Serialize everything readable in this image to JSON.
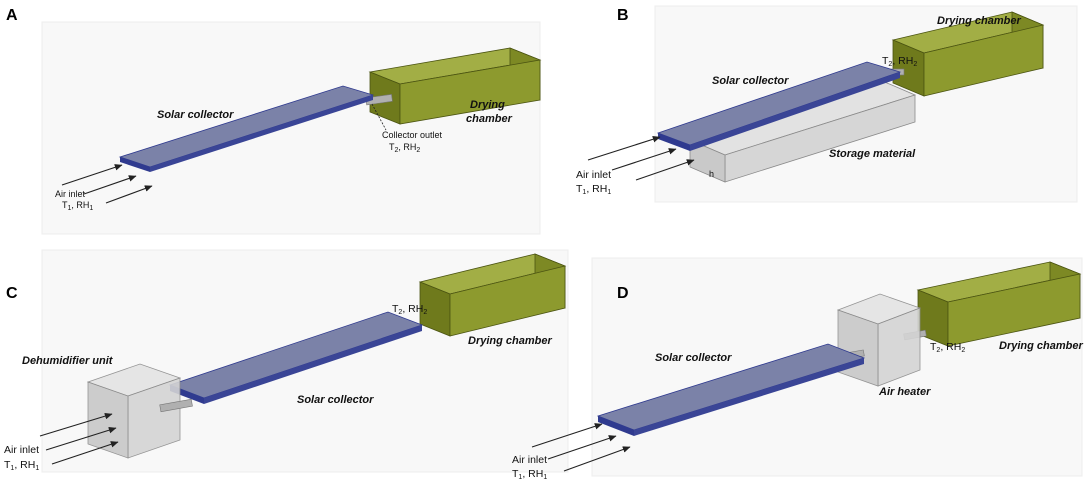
{
  "panels": {
    "a": {
      "letter": "A",
      "solar_collector": "Solar collector",
      "drying_line1": "Drying",
      "drying_line2": "chamber",
      "collector_outlet": "Collector outlet",
      "air_inlet": "Air inlet",
      "in_t": "T",
      "in_t_sub": "1",
      "in_rh": ", RH",
      "in_rh_sub": "1",
      "out_t": "T",
      "out_t_sub": "2",
      "out_rh": ", RH",
      "out_rh_sub": "2"
    },
    "b": {
      "letter": "B",
      "drying_chamber": "Drying chamber",
      "solar_collector": "Solar collector",
      "storage_material": "Storage material",
      "h": "h",
      "air_inlet": "Air inlet",
      "in_t": "T",
      "in_t_sub": "1",
      "in_rh": ", RH",
      "in_rh_sub": "1",
      "out_t": "T",
      "out_t_sub": "2",
      "out_rh": ", RH",
      "out_rh_sub": "2"
    },
    "c": {
      "letter": "C",
      "dehumidifier": "Dehumidifier unit",
      "solar_collector": "Solar collector",
      "drying_chamber": "Drying chamber",
      "air_inlet": "Air inlet",
      "in_t": "T",
      "in_t_sub": "1",
      "in_rh": ", RH",
      "in_rh_sub": "1",
      "out_t": "T",
      "out_t_sub": "2",
      "out_rh": ", RH",
      "out_rh_sub": "2"
    },
    "d": {
      "letter": "D",
      "solar_collector": "Solar collector",
      "air_heater": "Air heater",
      "drying_chamber": "Drying chamber",
      "air_inlet": "Air inlet",
      "in_t": "T",
      "in_t_sub": "1",
      "in_rh": ", RH",
      "in_rh_sub": "1",
      "out_t": "T",
      "out_t_sub": "2",
      "out_rh": ", RH",
      "out_rh_sub": "2"
    }
  },
  "colors": {
    "collector_top": "#7b82a8",
    "collector_edge": "#2f3a8f",
    "chamber_fill": "#8d9a2e",
    "chamber_edge": "#4b5412",
    "box_fill": "#d9d9d9",
    "box_edge": "#8a8a8a",
    "pipe": "#b0b0b0"
  }
}
